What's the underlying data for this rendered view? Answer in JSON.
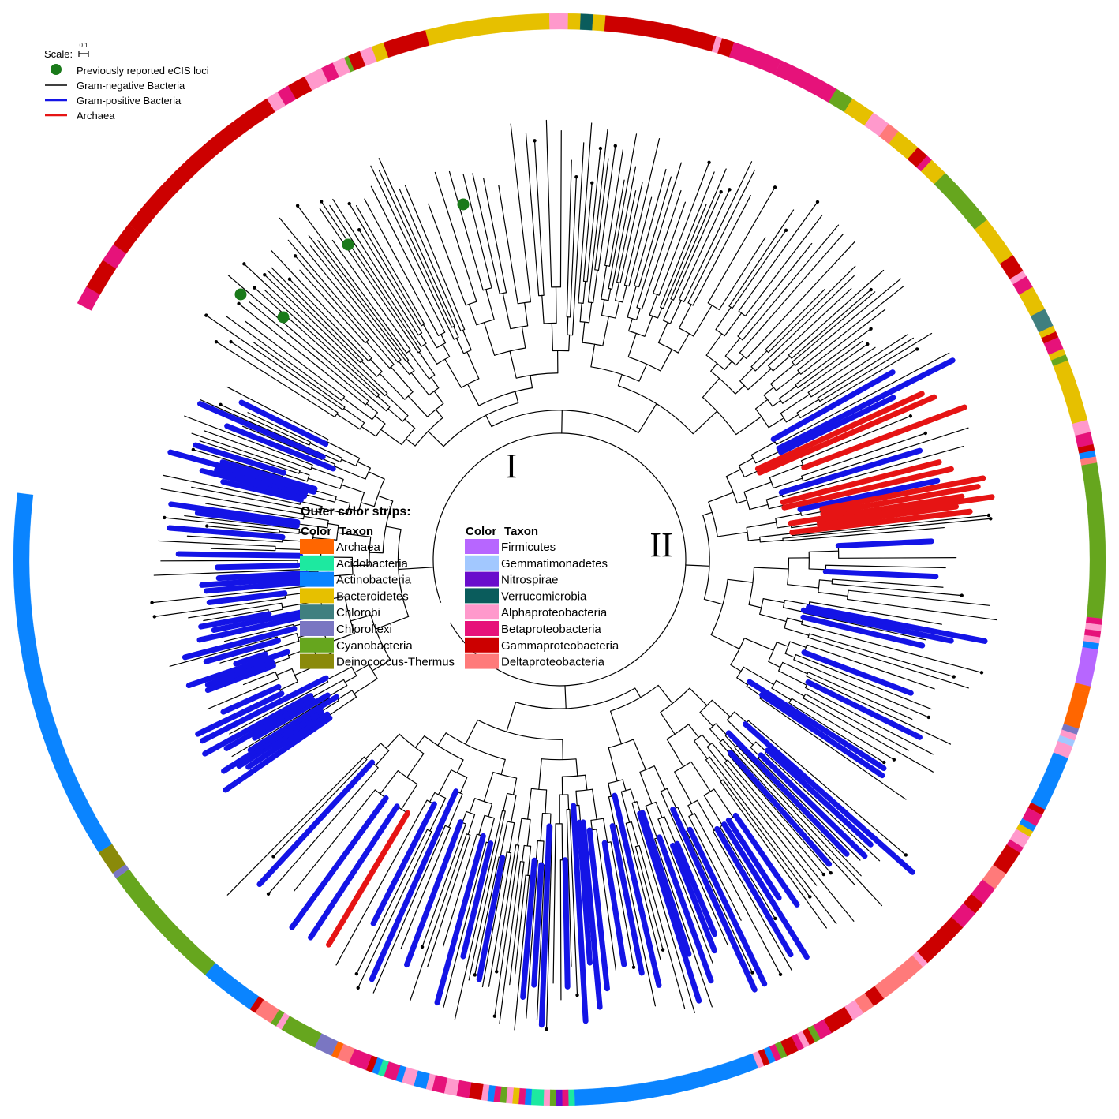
{
  "scale_legend": {
    "label": "Scale:",
    "value": "0.1"
  },
  "branch_legend": [
    {
      "label": "Previously reported eCIS loci",
      "symbol": "dot",
      "color": "#1a7a1a"
    },
    {
      "label": "Gram-negative Bacteria",
      "symbol": "line",
      "color": "#000000"
    },
    {
      "label": "Gram-positive Bacteria",
      "symbol": "line",
      "color": "#1414e6"
    },
    {
      "label": "Archaea",
      "symbol": "line",
      "color": "#e61414"
    }
  ],
  "clade_labels": [
    "I",
    "II"
  ],
  "strip_legend": {
    "title": "Outer color strips:",
    "column_header_color": "Color",
    "column_header_taxon": "Taxon",
    "taxa": [
      {
        "name": "Archaea",
        "color": "#ff6600"
      },
      {
        "name": "Acidobacteria",
        "color": "#1de9a0"
      },
      {
        "name": "Actinobacteria",
        "color": "#0a84ff"
      },
      {
        "name": "Bacteroidetes",
        "color": "#e6c000"
      },
      {
        "name": "Chlorobi",
        "color": "#3f7f7f"
      },
      {
        "name": "Chloroflexi",
        "color": "#7a76c2"
      },
      {
        "name": "Cyanobacteria",
        "color": "#66a61e"
      },
      {
        "name": "Deinococcus-Thermus",
        "color": "#8a8a0a"
      },
      {
        "name": "Firmicutes",
        "color": "#b766ff"
      },
      {
        "name": "Gemmatimonadetes",
        "color": "#a2c8ff"
      },
      {
        "name": "Nitrospirae",
        "color": "#6a0dcc"
      },
      {
        "name": "Verrucomicrobia",
        "color": "#0a5c5c"
      },
      {
        "name": "Alphaproteobacteria",
        "color": "#ff99cc"
      },
      {
        "name": "Betaproteobacteria",
        "color": "#e6127a"
      },
      {
        "name": "Gammaproteobacteria",
        "color": "#cc0000"
      },
      {
        "name": "Deltaproteobacteria",
        "color": "#ff7a7a"
      }
    ]
  },
  "colors": {
    "gram_negative": "#000000",
    "gram_positive": "#1414e6",
    "archaea": "#e61414",
    "ecis_dot": "#1a7a1a"
  }
}
